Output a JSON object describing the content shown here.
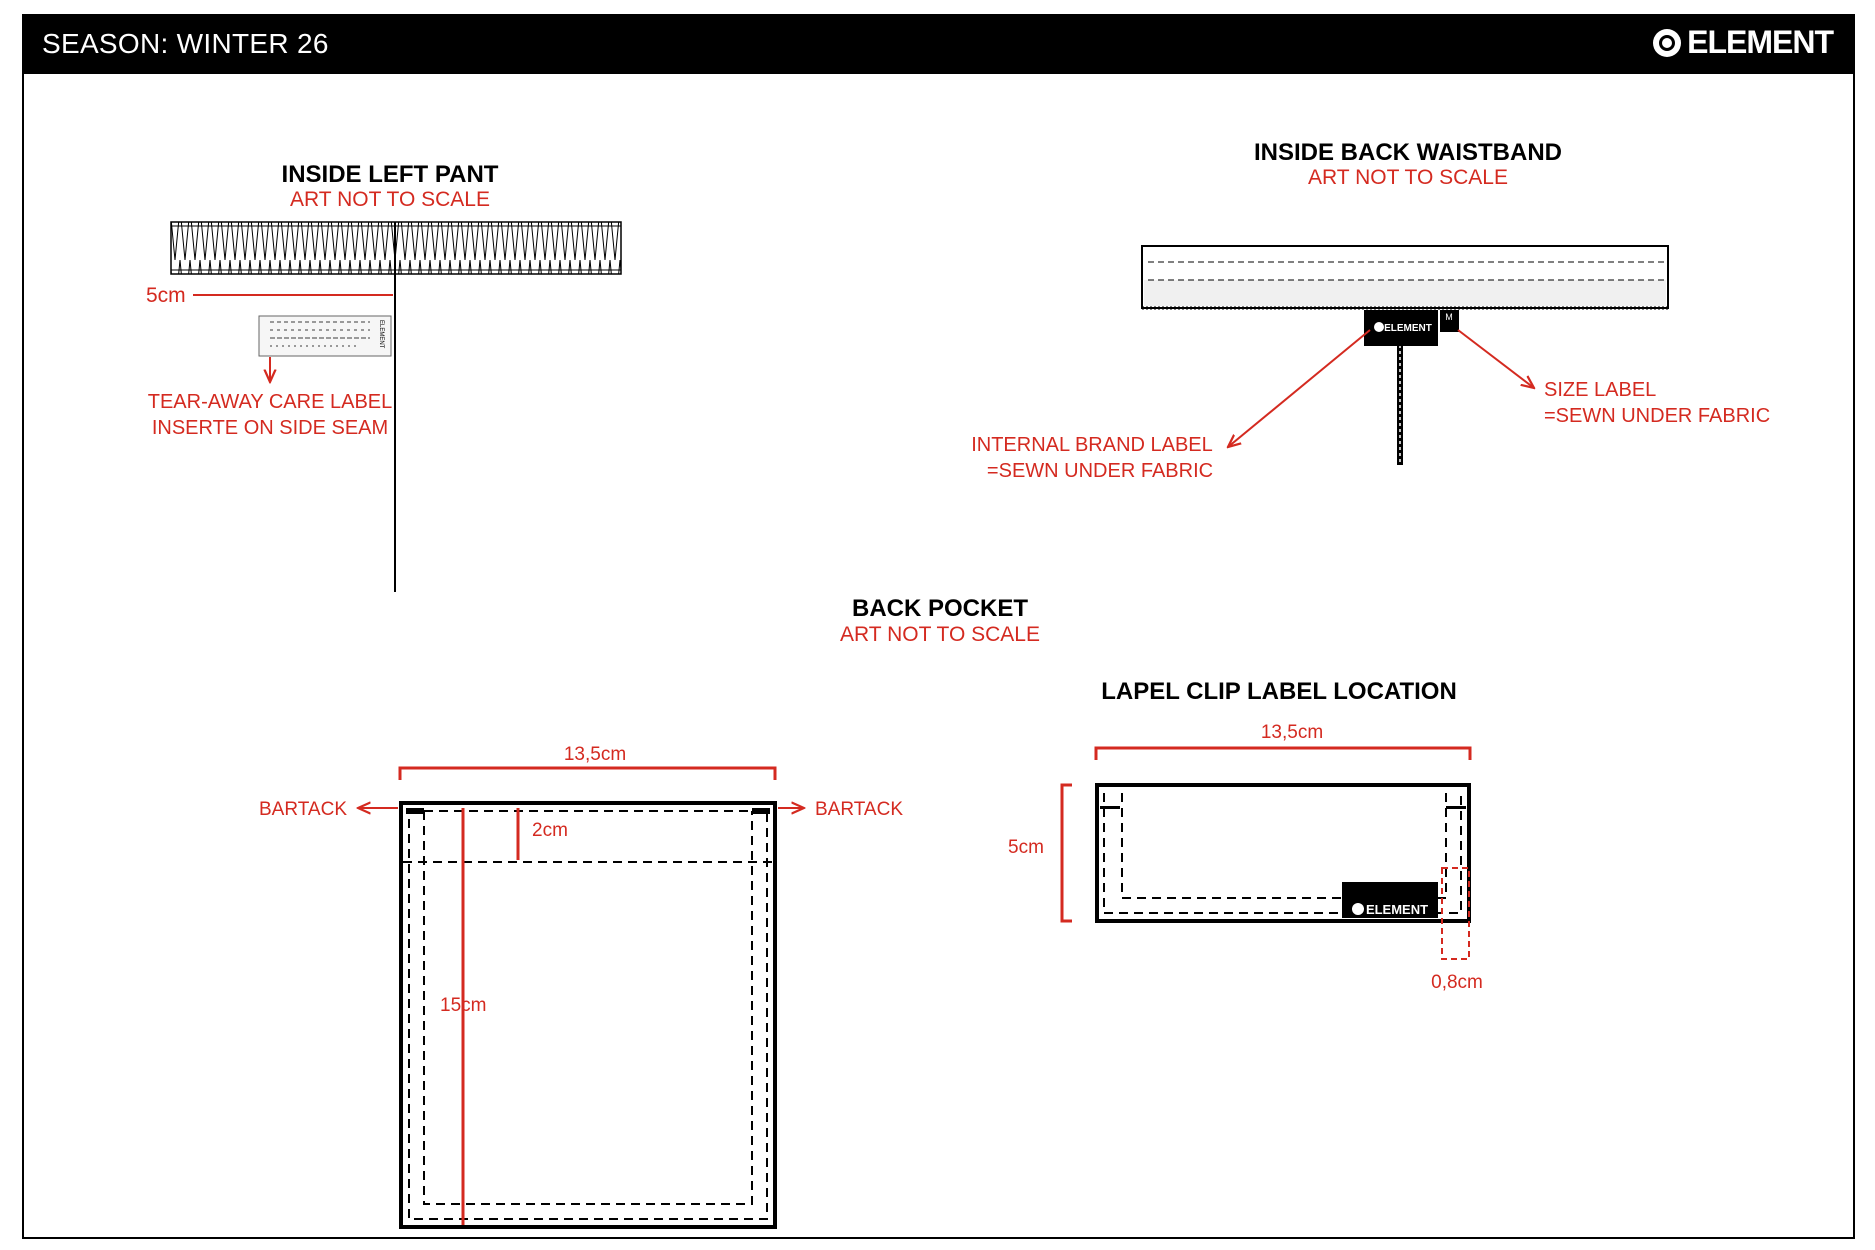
{
  "header": {
    "season": "SEASON: WINTER 26",
    "brand": "ELEMENT"
  },
  "inside_left_pant": {
    "title": "INSIDE LEFT PANT",
    "note": "ART NOT TO SCALE",
    "dim_label": "5cm",
    "callout_line1": "TEAR-AWAY CARE LABEL",
    "callout_line2": "INSERTE ON SIDE SEAM",
    "tag_brand": "ELEMENT"
  },
  "inside_back_waistband": {
    "title": "INSIDE BACK WAISTBAND",
    "note": "ART NOT TO SCALE",
    "brand_label_text": "ELEMENT",
    "size_label_text": "M",
    "brand_callout_line1": "INTERNAL BRAND LABEL",
    "brand_callout_line2": "=SEWN UNDER FABRIC",
    "size_callout_line1": "SIZE LABEL",
    "size_callout_line2": "=SEWN UNDER FABRIC"
  },
  "back_pocket": {
    "title": "BACK POCKET",
    "note": "ART NOT TO SCALE",
    "width_label": "13,5cm",
    "height_label": "15cm",
    "top_label": "2cm",
    "bartack_left": "BARTACK",
    "bartack_right": "BARTACK"
  },
  "lapel_clip": {
    "title": "LAPEL CLIP LABEL LOCATION",
    "width_label": "13,5cm",
    "height_label": "5cm",
    "offset_label": "0,8cm",
    "label_text": "ELEMENT"
  },
  "colors": {
    "accent_red": "#d42a20",
    "ink": "#000000",
    "header_bg": "#000000"
  }
}
